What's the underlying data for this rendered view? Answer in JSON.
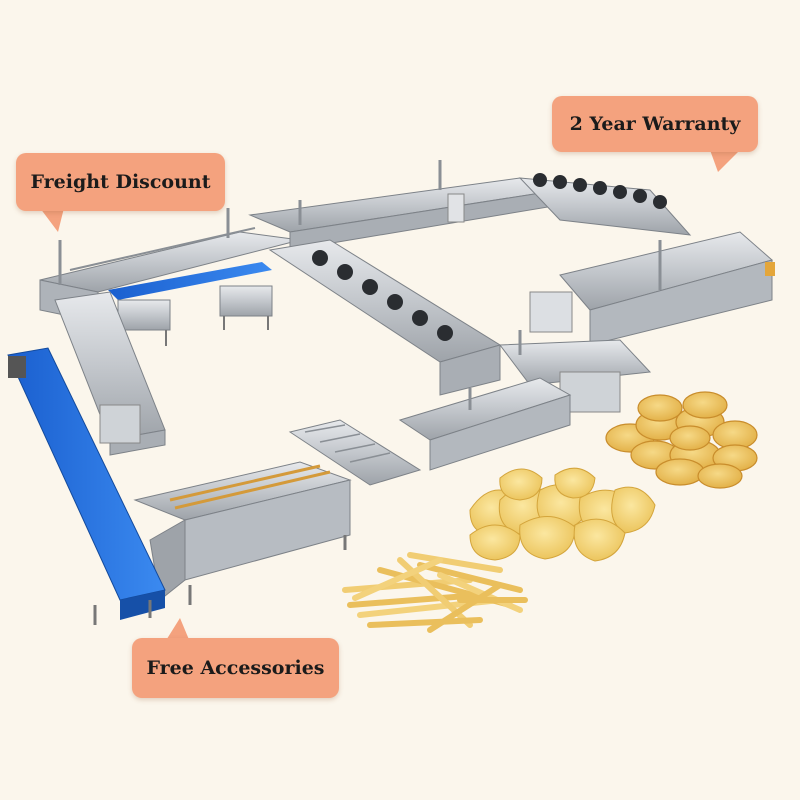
{
  "callouts": {
    "freight": "Freight Discount",
    "warranty": "2 Year Warranty",
    "accessories": "Free Accessories"
  },
  "colors": {
    "background": "#fbf6ec",
    "callout": "#f4a27e",
    "conveyor": "#1f6fe0",
    "steel": "#c9ccd0",
    "chips": "#f2cf6e",
    "fries": "#eec56a"
  },
  "icons": [
    "processing-line-illustration",
    "banana-chips-pile",
    "potato-chips-pile",
    "french-fries-pile"
  ]
}
